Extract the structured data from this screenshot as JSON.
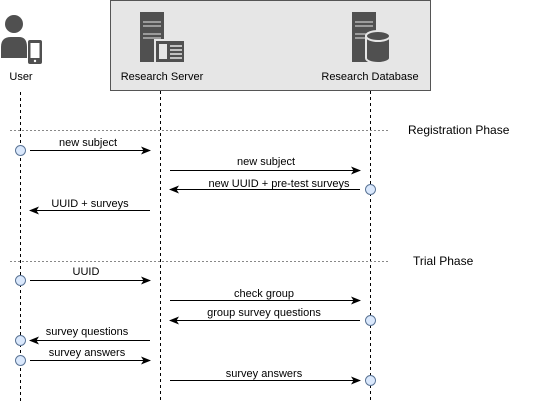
{
  "colors": {
    "box_fill": "#e6e6e6",
    "box_stroke": "#555555",
    "icon": "#505050",
    "activation_fill": "#dae8fc",
    "activation_stroke": "#5a7496",
    "line": "#000000",
    "divider": "#888888"
  },
  "actors": [
    {
      "id": "user",
      "label": "User",
      "icon": "user-with-phone-icon"
    },
    {
      "id": "server",
      "label": "Research Server",
      "icon": "server-icon"
    },
    {
      "id": "database",
      "label": "Research Database",
      "icon": "database-server-icon"
    }
  ],
  "phases": [
    {
      "label": "Registration Phase"
    },
    {
      "label": "Trial Phase"
    }
  ],
  "messages": [
    {
      "label": "new subject",
      "from": "user",
      "to": "server",
      "direction": "right"
    },
    {
      "label": "new subject",
      "from": "server",
      "to": "database",
      "direction": "right"
    },
    {
      "label": "new UUID + pre-test surveys",
      "from": "database",
      "to": "server",
      "direction": "left"
    },
    {
      "label": "UUID + surveys",
      "from": "server",
      "to": "user",
      "direction": "left"
    },
    {
      "label": "UUID",
      "from": "user",
      "to": "server",
      "direction": "right"
    },
    {
      "label": "check group",
      "from": "server",
      "to": "database",
      "direction": "right"
    },
    {
      "label": "group survey questions",
      "from": "database",
      "to": "server",
      "direction": "left"
    },
    {
      "label": "survey questions",
      "from": "server",
      "to": "user",
      "direction": "left"
    },
    {
      "label": "survey answers",
      "from": "user",
      "to": "server",
      "direction": "right"
    },
    {
      "label": "survey answers",
      "from": "server",
      "to": "database",
      "direction": "right"
    }
  ]
}
